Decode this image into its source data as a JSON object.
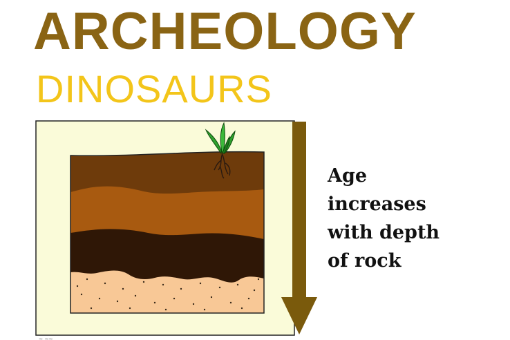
{
  "title": "ARCHEOLOGY",
  "subtitle": "DINOSAURS",
  "caption_lines": [
    "Age",
    "increases",
    "with depth",
    "of rock"
  ],
  "colors": {
    "title": "#8a6414",
    "subtitle": "#f3c51a",
    "panel_background": "#fafbd9",
    "topsoil": "#6e3b0b",
    "clay_layer": "#a85a10",
    "dark_rock_layer": "#2f1706",
    "sand_layer": "#f8c896",
    "arrow": "#7a5a0c",
    "plant": "#2fa12e"
  },
  "icons": [
    "plant-sprout-icon",
    "down-arrow-icon"
  ]
}
